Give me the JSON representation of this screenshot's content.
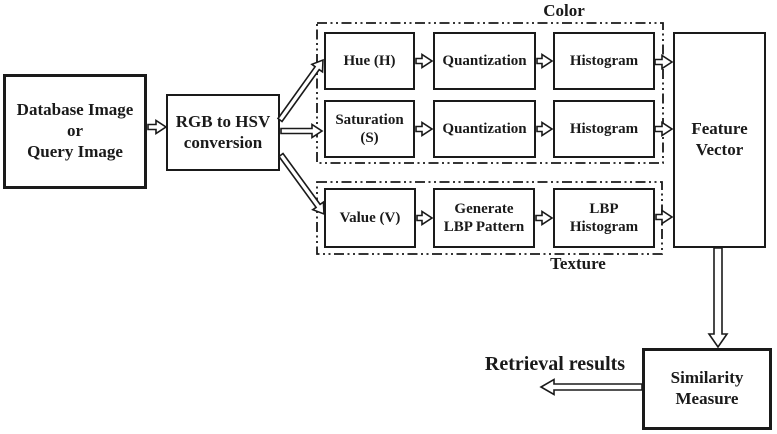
{
  "colors": {
    "ink": "#1a1a1a",
    "background": "#ffffff"
  },
  "groups": {
    "color_label": "Color",
    "texture_label": "Texture"
  },
  "nodes": {
    "database": "Database Image\nor\nQuery Image",
    "rgb_conversion": "RGB to HSV\nconversion",
    "hue": "Hue (H)",
    "hue_quantization": "Quantization",
    "hue_histogram": "Histogram",
    "saturation": "Saturation\n(S)",
    "saturation_quantization": "Quantization",
    "saturation_histogram": "Histogram",
    "value": "Value (V)",
    "generate_lbp_pattern": "Generate\nLBP Pattern",
    "lbp_histogram": "LBP\nHistogram",
    "feature_vector": "Feature\nVector",
    "similarity_measure": "Similarity\nMeasure"
  },
  "annotations": {
    "retrieval_results": "Retrieval results"
  }
}
